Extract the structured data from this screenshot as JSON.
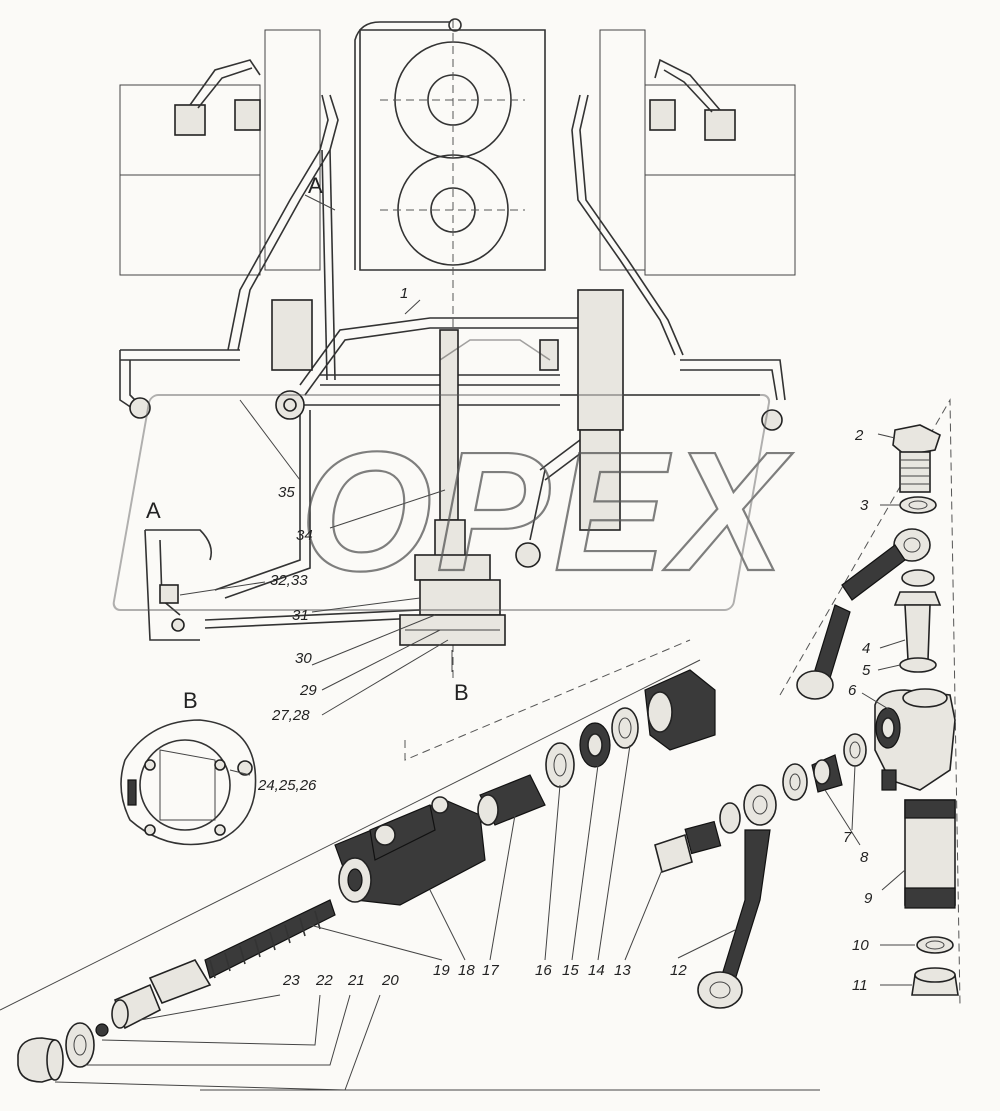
{
  "watermark": "OPEX",
  "view_labels": [
    "A",
    "A",
    "B",
    "B"
  ],
  "callouts": [
    "1",
    "2",
    "3",
    "4",
    "5",
    "6",
    "7",
    "8",
    "9",
    "10",
    "11",
    "12",
    "13",
    "14",
    "15",
    "16",
    "17",
    "18",
    "19",
    "20",
    "21",
    "22",
    "23",
    "24,25,26",
    "27,28",
    "29",
    "30",
    "31",
    "32,33",
    "34",
    "35"
  ]
}
